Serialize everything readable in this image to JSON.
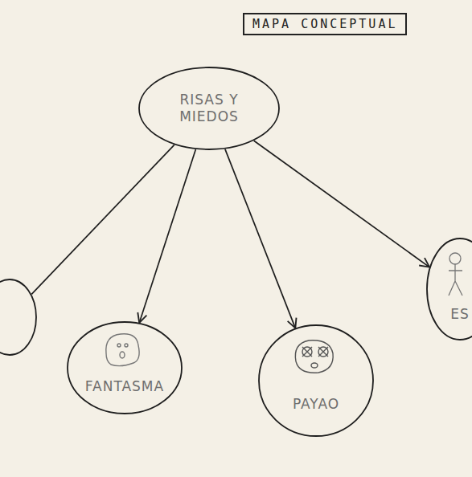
{
  "diagram": {
    "title": "MAPA CONCEPTUAL",
    "nodes": [
      {
        "text": [
          "RISAS Y MIEDOS"
        ]
      },
      {
        "text": []
      },
      {
        "text": [
          "FANTASMA"
        ]
      },
      {
        "text": [
          "PAYAO"
        ]
      },
      {
        "text": [
          "ES"
        ]
      }
    ],
    "edges": [
      {
        "from": 0,
        "to": 1,
        "arrow": "none"
      },
      {
        "from": 0,
        "to": 2,
        "arrow": "to"
      },
      {
        "from": 0,
        "to": 3,
        "arrow": "to"
      },
      {
        "from": 0,
        "to": 4,
        "arrow": "to"
      }
    ]
  }
}
